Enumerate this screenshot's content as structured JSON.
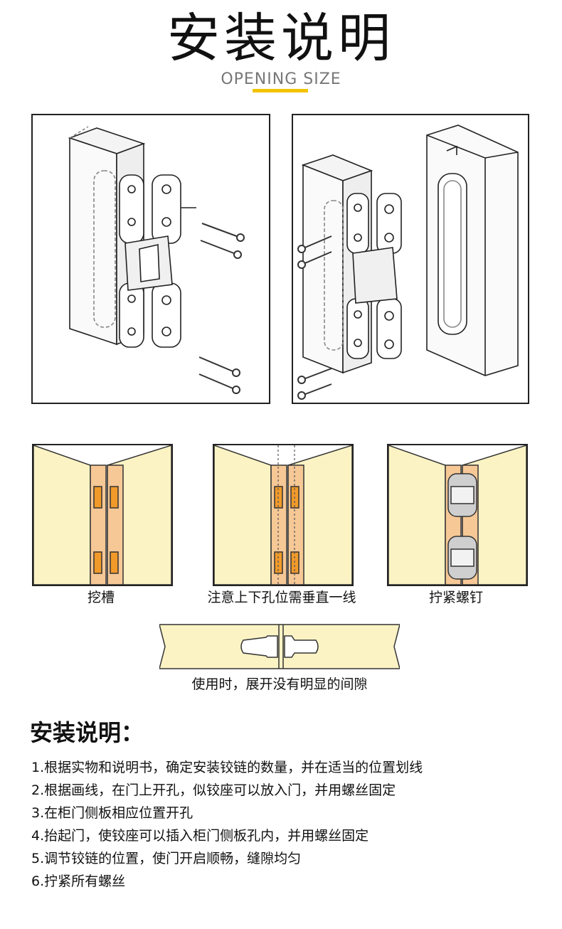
{
  "header": {
    "title": "安装说明",
    "subtitle": "OPENING SIZE",
    "accent_color": "#f2c400"
  },
  "diagrams": {
    "slot_caption": "挖槽",
    "align_caption": "注意上下孔位需垂直一线",
    "tighten_caption": "拧紧螺钉",
    "open_caption": "使用时，展开没有明显的间隙"
  },
  "colors": {
    "door": "#fbf3c4",
    "edge": "#f6c896",
    "slot": "#f19a2a"
  },
  "instructions": {
    "heading": "安装说明：",
    "steps": [
      "1.根据实物和说明书，确定安装铰链的数量，并在适当的位置划线",
      "2.根据画线，在门上开孔，似铰座可以放入门，并用螺丝固定",
      "3.在柜门侧板相应位置开孔",
      "4.抬起门，使铰座可以插入柜门侧板孔内，并用螺丝固定",
      "5.调节铰链的位置，使门开启顺畅，缝隙均匀",
      "6.拧紧所有螺丝"
    ]
  }
}
